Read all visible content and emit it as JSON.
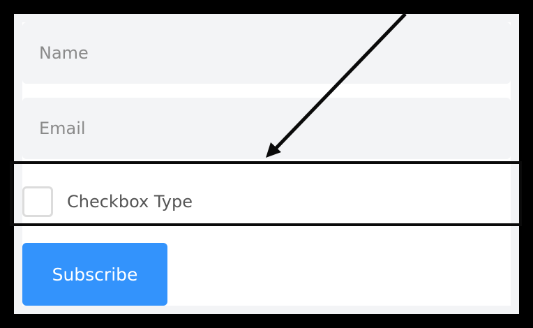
{
  "form": {
    "name_field": {
      "value": "",
      "placeholder": "Name"
    },
    "email_field": {
      "value": "",
      "placeholder": "Email"
    },
    "checkbox": {
      "label": "Checkbox Type",
      "checked": false
    },
    "submit_label": "Subscribe"
  },
  "annotation": {
    "type": "arrow-and-highlight",
    "target": "checkbox-row",
    "arrow_color": "#0a0a0a",
    "highlight_color": "#0a0a0a"
  },
  "colors": {
    "background": "#000000",
    "panel": "#f3f4f6",
    "inner": "#ffffff",
    "field_bg": "#f3f4f6",
    "placeholder": "#8a8a8a",
    "label": "#555555",
    "checkbox_border": "#dcdcdc",
    "button_bg": "#3393fc",
    "button_text": "#ffffff"
  }
}
